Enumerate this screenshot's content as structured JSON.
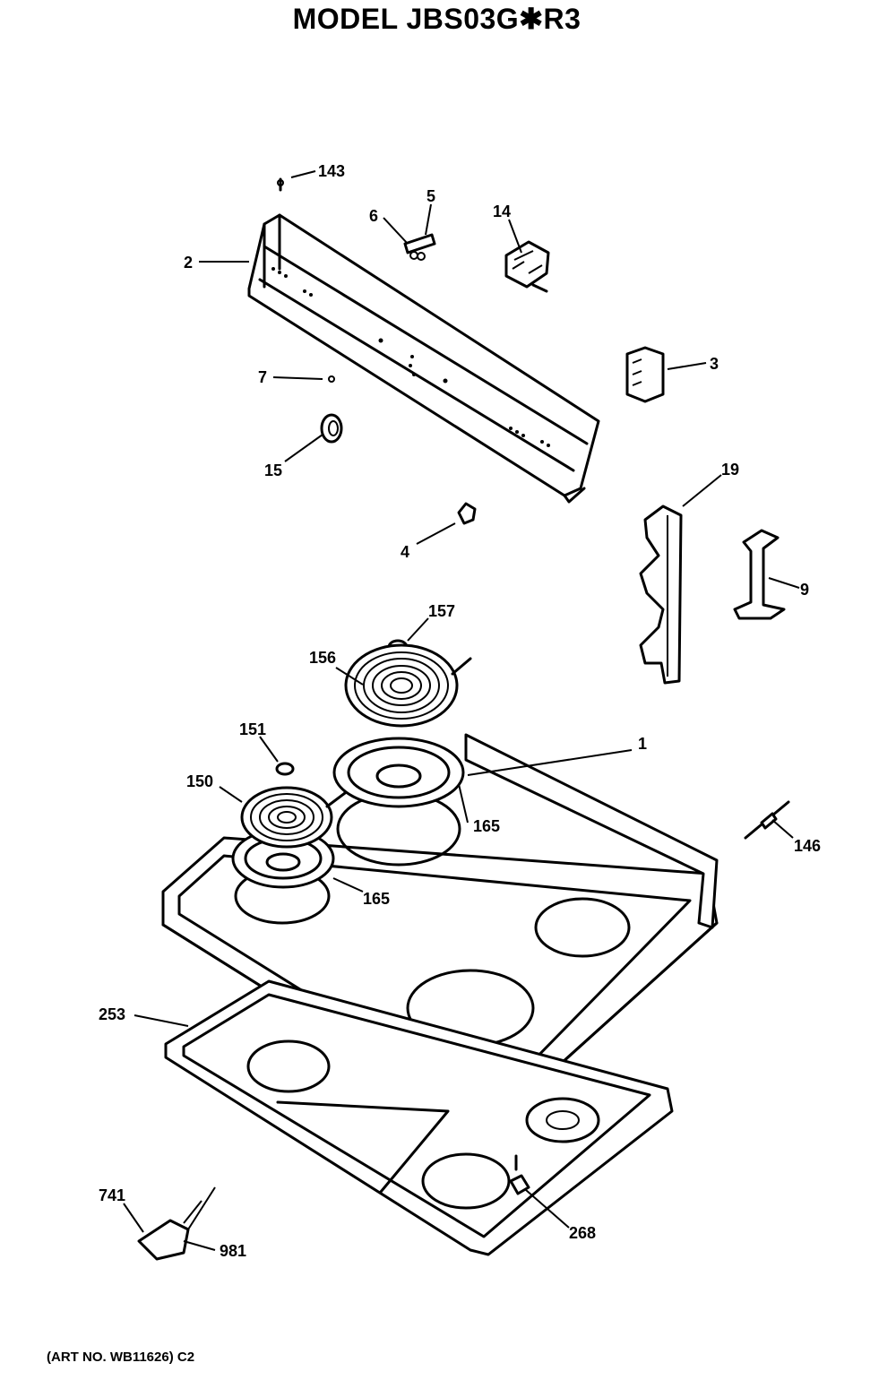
{
  "title": "MODEL JBS03G✱R3",
  "art_note": "(ART NO. WB11626) C2",
  "callouts": {
    "c143": "143",
    "c2": "2",
    "c6": "6",
    "c5": "5",
    "c14": "14",
    "c3": "3",
    "c7": "7",
    "c15": "15",
    "c19": "19",
    "c4": "4",
    "c9": "9",
    "c157": "157",
    "c156": "156",
    "c151": "151",
    "c1": "1",
    "c150": "150",
    "c165a": "165",
    "c146": "146",
    "c165b": "165",
    "c253": "253",
    "c741": "741",
    "c268": "268",
    "c981": "981"
  }
}
